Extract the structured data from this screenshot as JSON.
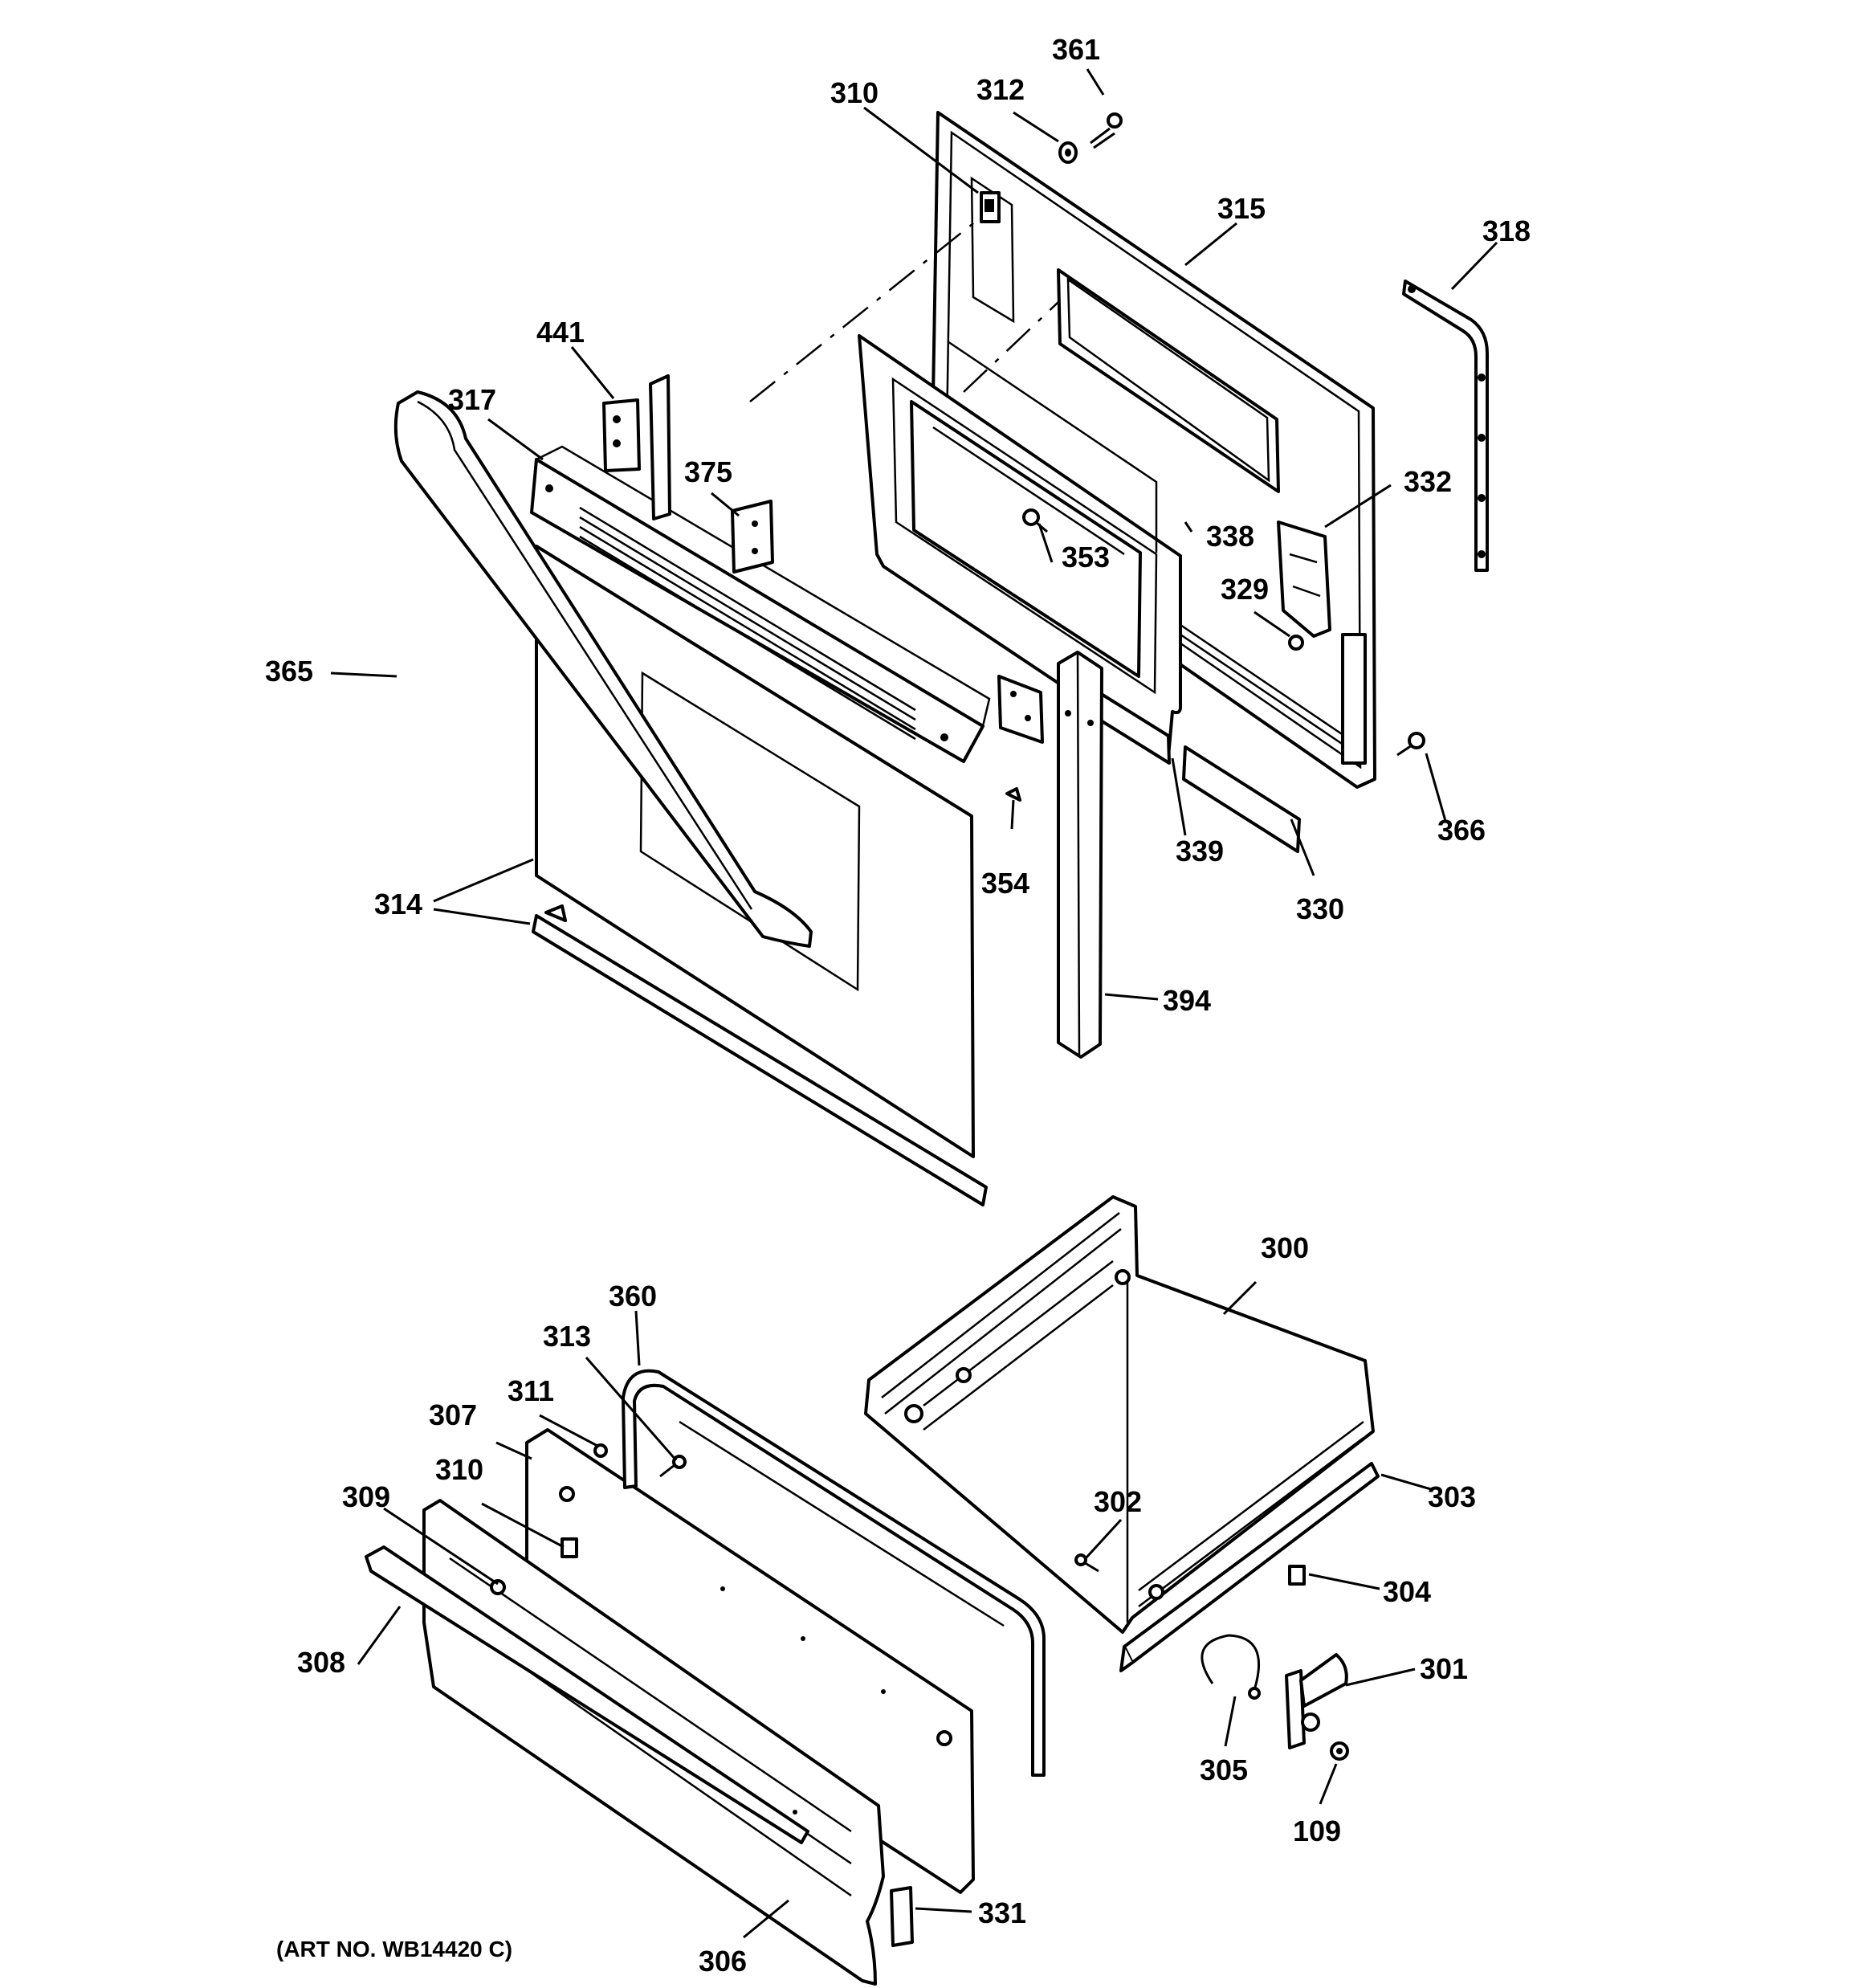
{
  "labels": {
    "p361": "361",
    "p312": "312",
    "p310a": "310",
    "p315": "315",
    "p318": "318",
    "p441": "441",
    "p317": "317",
    "p375": "375",
    "p332": "332",
    "p338": "338",
    "p353": "353",
    "p329": "329",
    "p365": "365",
    "p354": "354",
    "p339": "339",
    "p366": "366",
    "p330": "330",
    "p314": "314",
    "p394": "394",
    "p300": "300",
    "p360": "360",
    "p313": "313",
    "p311": "311",
    "p307": "307",
    "p310b": "310",
    "p309": "309",
    "p302": "302",
    "p303": "303",
    "p304": "304",
    "p308": "308",
    "p301": "301",
    "p305": "305",
    "p109": "109",
    "p331": "331",
    "p306": "306"
  },
  "art_number": "(ART NO. WB14420 C)"
}
